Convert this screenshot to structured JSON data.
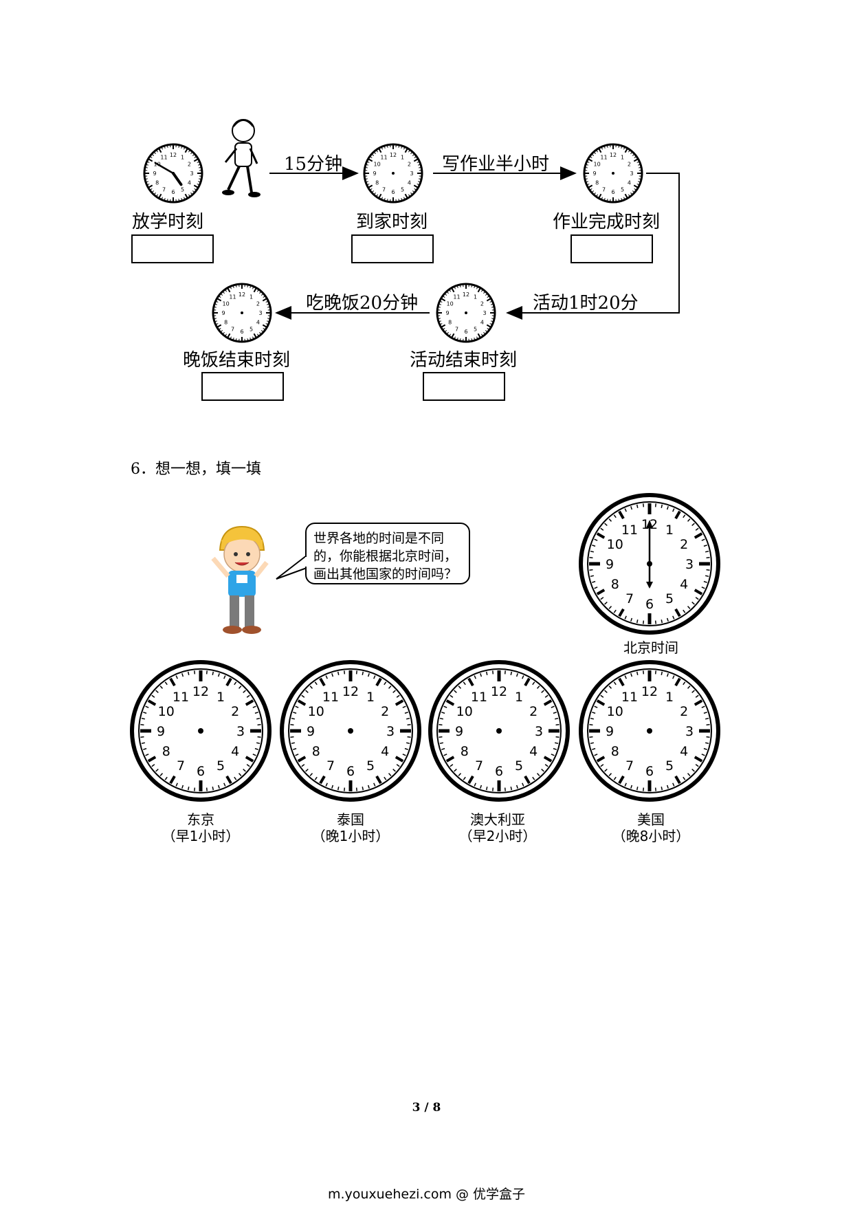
{
  "section5": {
    "arrows": {
      "a1": "15分钟",
      "a2": "写作业半小时",
      "a3": "活动1时20分",
      "a4": "吃晚饭20分钟"
    },
    "labels": {
      "school_out": "放学时刻",
      "arrive_home": "到家时刻",
      "homework_done": "作业完成时刻",
      "activity_end": "活动结束时刻",
      "dinner_end": "晚饭结束时刻"
    }
  },
  "section6": {
    "question": "6．想一想，填一填",
    "bubble": [
      "世界各地的时间是不同",
      "的，你能根据北京时间，",
      "画出其他国家的时间吗？"
    ],
    "beijing_label": "北京时间",
    "beijing_time": "12:00",
    "cities": [
      {
        "name": "东京",
        "note": "（早1小时）"
      },
      {
        "name": "泰国",
        "note": "（晚1小时）"
      },
      {
        "name": "澳大利亚",
        "note": "（早2小时）"
      },
      {
        "name": "美国",
        "note": "（晚8小时）"
      }
    ]
  },
  "page_number": "3 / 8",
  "footer": "m.youxuehezi.com @ 优学盒子"
}
